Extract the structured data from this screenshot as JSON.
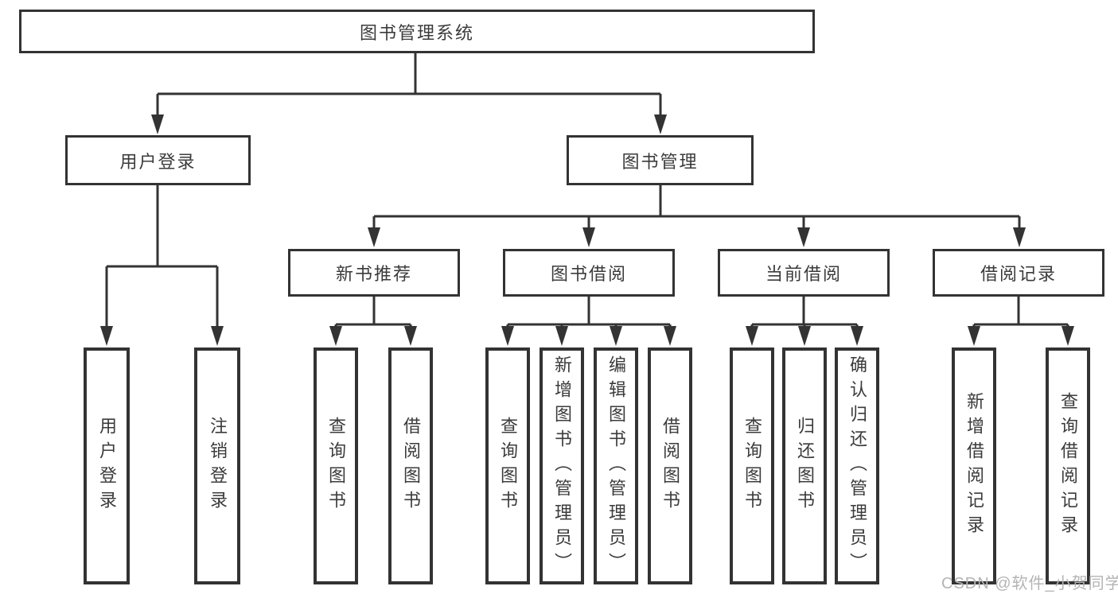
{
  "diagram": {
    "root": {
      "label": "图书管理系统"
    },
    "branches": {
      "user_login": {
        "label": "用户登录",
        "leaves": [
          "用户登录",
          "注销登录"
        ]
      },
      "book_mgmt": {
        "label": "图书管理",
        "groups": [
          {
            "label": "新书推荐",
            "leaves": [
              "查询图书",
              "借阅图书"
            ]
          },
          {
            "label": "图书借阅",
            "leaves": [
              "查询图书",
              "新增图书（管理员）",
              "编辑图书（管理员）",
              "借阅图书"
            ]
          },
          {
            "label": "当前借阅",
            "leaves": [
              "查询图书",
              "归还图书",
              "确认归还（管理员）"
            ]
          },
          {
            "label": "借阅记录",
            "leaves": [
              "新增借阅记录",
              "查询借阅记录"
            ]
          }
        ]
      }
    }
  },
  "watermark": "CSDN @软件_小贺同学",
  "colors": {
    "line": "#333333",
    "text": "#3b3b3b",
    "background": "#ffffff",
    "watermark": "#b4b4b4"
  }
}
